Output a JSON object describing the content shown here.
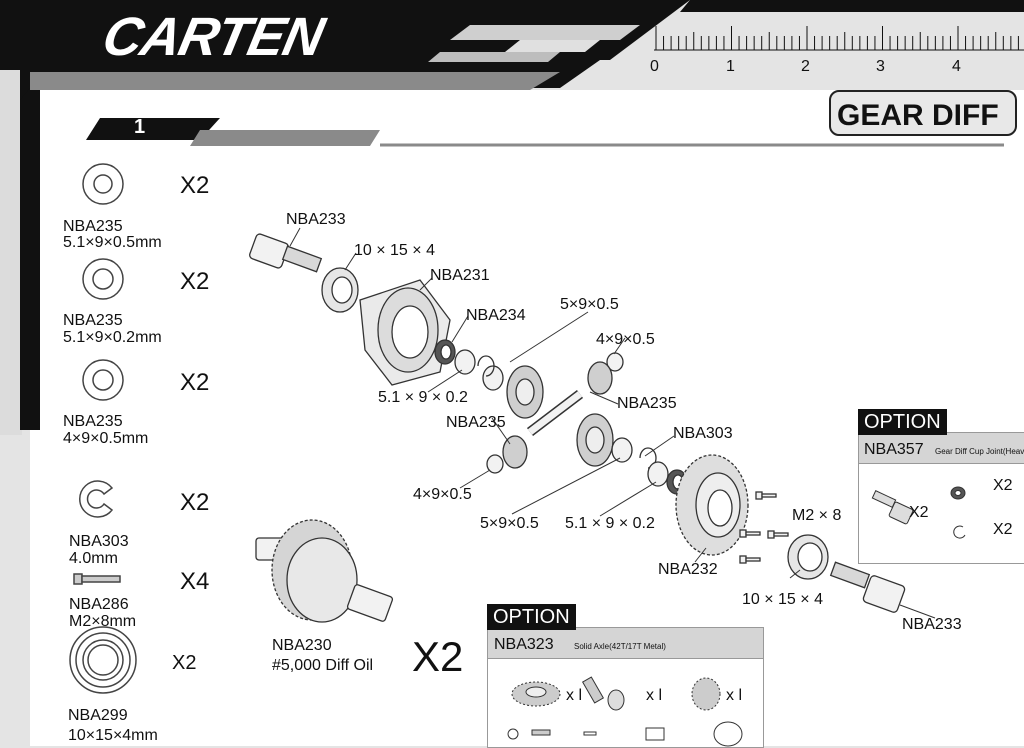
{
  "header": {
    "brand": "CARTEN",
    "step_number": "1",
    "title": "GEAR DIFF",
    "ruler_labels": [
      "0",
      "1",
      "2",
      "3",
      "4"
    ]
  },
  "parts_list": [
    {
      "code": "NBA235",
      "size": "5.1×9×0.5mm",
      "qty": "X2",
      "icon": "washer-icon"
    },
    {
      "code": "NBA235",
      "size": "5.1×9×0.2mm",
      "qty": "X2",
      "icon": "washer-icon"
    },
    {
      "code": "NBA235",
      "size": "4×9×0.5mm",
      "qty": "X2",
      "icon": "washer-icon"
    },
    {
      "code": "NBA303",
      "size": "4.0mm",
      "qty": "X2",
      "icon": "e-clip-icon"
    },
    {
      "code": "NBA286",
      "size": "M2×8mm",
      "qty": "X4",
      "icon": "screw-icon"
    },
    {
      "code": "NBA299",
      "size": "10×15×4mm",
      "qty": "X2",
      "icon": "bearing-icon"
    }
  ],
  "diff_assembly": {
    "code": "NBA230",
    "oil": "#5,000 Diff Oil",
    "qty": "X2"
  },
  "diagram_labels": {
    "nba233_top": "NBA233",
    "bearing_top": "10 × 15 × 4",
    "nba231": "NBA231",
    "nba234": "NBA234",
    "washer_5x9x05_top": "5×9×0.5",
    "washer_4x9x05_top": "4×9×0.5",
    "washer_51x9x02_top": "5.1 × 9 × 0.2",
    "nba235_right": "NBA235",
    "nba235_left": "NBA235",
    "nba303": "NBA303",
    "washer_4x9x05_bottom": "4×9×0.5",
    "washer_5x9x05_bottom": "5×9×0.5",
    "washer_51x9x02_bottom": "5.1 × 9 × 0.2",
    "nba232": "NBA232",
    "screw_m2x8": "M2 × 8",
    "bearing_bottom": "10 × 15 × 4",
    "nba233_bottom": "NBA233"
  },
  "option_right": {
    "tab": "OPTION",
    "code": "NBA357",
    "desc": "Gear Diff Cup Joint(Heav",
    "qty_a": "X2",
    "qty_b": "X2",
    "qty_c": "X2"
  },
  "option_bottom": {
    "tab": "OPTION",
    "code": "NBA323",
    "desc": "Solid Axle(42T/17T Metal)",
    "qty_a": "x l",
    "qty_b": "x l",
    "qty_c": "x l"
  },
  "colors": {
    "header_black": "#111111",
    "header_gray": "#8a8a8a",
    "page_bg": "#e4e4e4",
    "panel": "#ffffff"
  }
}
